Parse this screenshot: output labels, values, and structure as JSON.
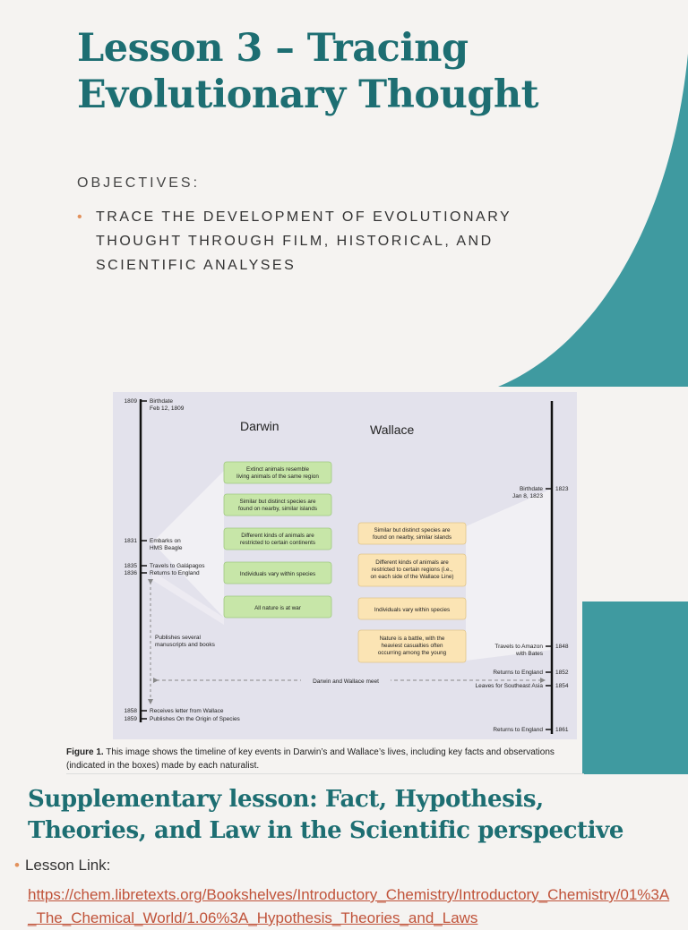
{
  "title": "Lesson 3 – Tracing Evolutionary Thought",
  "objectives": {
    "heading": "OBJECTIVES:",
    "items": [
      "TRACE THE DEVELOPMENT OF EVOLUTIONARY THOUGHT THROUGH FILM, HISTORICAL, AND SCIENTIFIC ANALYSES"
    ]
  },
  "figure": {
    "darwin_label": "Darwin",
    "wallace_label": "Wallace",
    "darwin_events": {
      "birth_year": "1809",
      "birth_label": "Birthdate",
      "birth_date": "Feb 12, 1809",
      "beagle_year": "1831",
      "beagle_label_1": "Embarks on",
      "beagle_label_2": "HMS Beagle",
      "galapagos_year": "1835",
      "galapagos_label": "Travels to Galápagos",
      "return_year": "1836",
      "return_label": "Returns to England",
      "publishes_label_1": "Publishes several",
      "publishes_label_2": "manuscripts and books",
      "letter_year": "1858",
      "letter_label": "Receives letter from Wallace",
      "origin_year": "1859",
      "origin_label": "Publishes On the Origin of Species"
    },
    "wallace_events": {
      "birth_year": "1823",
      "birth_label": "Birthdate",
      "birth_date": "Jan 8, 1823",
      "amazon_year": "1848",
      "amazon_label_1": "Travels to Amazon",
      "amazon_label_2": "with Bates",
      "return_year": "1852",
      "return_label": "Returns to England",
      "seasia_year": "1854",
      "seasia_label": "Leaves for Southeast Asia",
      "final_year": "1861",
      "final_label": "Returns to England"
    },
    "meet_label": "Darwin and Wallace meet",
    "darwin_boxes": [
      [
        "Extinct animals resemble",
        "living animals of the same region"
      ],
      [
        "Similar but distinct species are",
        "found on nearby, similar islands"
      ],
      [
        "Different kinds of animals are",
        "restricted to certain continents"
      ],
      [
        "Individuals vary within species"
      ],
      [
        "All nature is at war"
      ]
    ],
    "wallace_boxes": [
      [
        "Similar but distinct species are",
        "found on nearby, similar islands"
      ],
      [
        "Different kinds of animals are",
        "restricted to certain regions (i.e.,",
        "on each side of the Wallace Line)"
      ],
      [
        "Individuals vary within species"
      ],
      [
        "Nature is a battle, with the",
        "heaviest casualties often",
        "occurring among the young"
      ]
    ],
    "caption_label": "Figure 1.",
    "caption_text": " This image shows the timeline of key events in Darwin’s and Wallace’s lives, including key facts and observations (indicated in the boxes) made by each naturalist."
  },
  "supplementary_heading": "Supplementary lesson: Fact, Hypothesis, Theories, and Law in the Scientific perspective",
  "lesson_link_label": "Lesson Link:",
  "lesson_link_url": "https://chem.libretexts.org/Bookshelves/Introductory_Chemistry/Introductory_Chemistry/01%3A_The_Chemical_World/1.06%3A_Hypothesis_Theories_and_Laws",
  "colors": {
    "title_teal": "#1d6e72",
    "accent_teal": "#3f9aa0",
    "bullet_orange": "#e2915c",
    "link_red": "#c0533a",
    "darwin_box_green": "#c7e6a8",
    "wallace_box_tan": "#fbe4b4"
  }
}
